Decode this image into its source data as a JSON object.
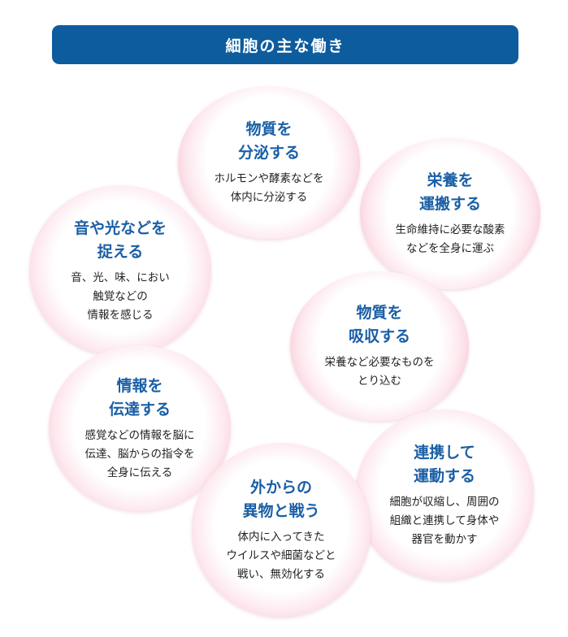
{
  "title": "細胞の主な働き",
  "circles": [
    {
      "id": "secrete",
      "title_lines": [
        "物質を",
        "分泌する"
      ],
      "desc_lines": [
        "ホルモンや酵素などを",
        "体内に分泌する"
      ]
    },
    {
      "id": "transport",
      "title_lines": [
        "栄養を",
        "運搬する"
      ],
      "desc_lines": [
        "生命維持に必要な酸素",
        "などを全身に運ぶ"
      ]
    },
    {
      "id": "sense",
      "title_lines": [
        "音や光などを",
        "捉える"
      ],
      "desc_lines": [
        "音、光、味、におい",
        "触覚などの",
        "情報を感じる"
      ]
    },
    {
      "id": "absorb",
      "title_lines": [
        "物質を",
        "吸収する"
      ],
      "desc_lines": [
        "栄養など必要なものを",
        "とり込む"
      ]
    },
    {
      "id": "transmit",
      "title_lines": [
        "情報を",
        "伝達する"
      ],
      "desc_lines": [
        "感覚などの情報を脳に",
        "伝達、脳からの指令を",
        "全身に伝える"
      ]
    },
    {
      "id": "move",
      "title_lines": [
        "連携して",
        "運動する"
      ],
      "desc_lines": [
        "細胞が収縮し、周囲の",
        "組織と連携して身体や",
        "器官を動かす"
      ]
    },
    {
      "id": "fight",
      "title_lines": [
        "外からの",
        "異物と戦う"
      ],
      "desc_lines": [
        "体内に入ってきた",
        "ウイルスや細菌などと",
        "戦い、無効化する"
      ]
    }
  ]
}
